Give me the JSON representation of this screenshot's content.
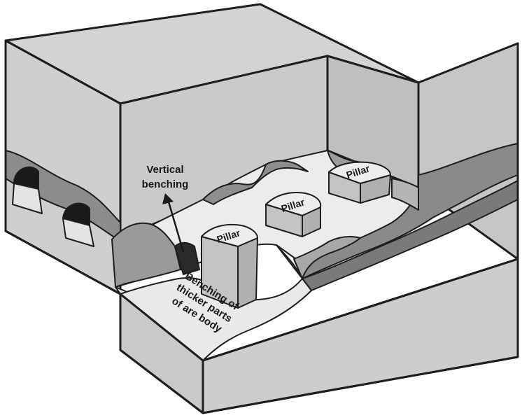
{
  "labels": {
    "vertical_benching": [
      "Vertical",
      "benching"
    ],
    "benching_thicker": [
      "Benching of",
      "thicker parts",
      "of are body"
    ]
  },
  "pillars": [
    {
      "label": "Pillar"
    },
    {
      "label": "Pillar"
    },
    {
      "label": "Pillar"
    }
  ],
  "colors": {
    "rock_top": "#d2d2d2",
    "rock_wall": "#c4c4c4",
    "rock_front": "#cdcdcd",
    "seam": "#8a8a8a",
    "seam_dark": "#6e6e6e",
    "floor": "#ececec",
    "pillar_face": "#e8e8e8",
    "pillar_side": "#c8c8c8",
    "outline": "#1e1e1e"
  }
}
